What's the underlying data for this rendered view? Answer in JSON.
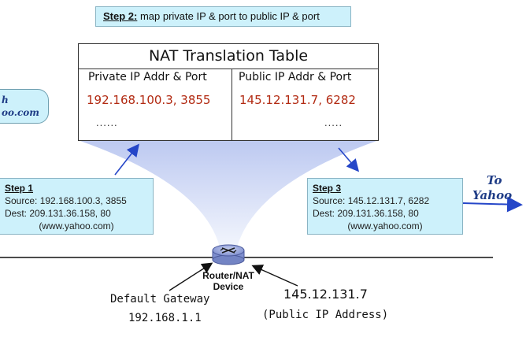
{
  "step2": {
    "label": "Step 2:",
    "text": " map private IP & port to public IP & port"
  },
  "nat_table": {
    "title": "NAT Translation Table",
    "col_private": "Private IP Addr & Port",
    "col_public": "Public IP Addr & Port",
    "row_private": "192.168.100.3, 3855",
    "row_public": "145.12.131.7, 6282",
    "ellipsis_private": "......",
    "ellipsis_public": "....."
  },
  "bubble": {
    "line1": "h",
    "line2": "oo.com"
  },
  "step1": {
    "title": "Step 1",
    "source": "Source: 192.168.100.3, 3855",
    "dest": "Dest: 209.131.36.158, 80",
    "host": "(www.yahoo.com)"
  },
  "step3": {
    "title": "Step 3",
    "source": "Source: 145.12.131.7, 6282",
    "dest": "Dest: 209.131.36.158, 80",
    "host": "(www.yahoo.com)"
  },
  "to_yahoo": {
    "line1": "To",
    "line2": "Yahoo"
  },
  "router": {
    "line1": "Router/NAT",
    "line2": "Device"
  },
  "gateway": {
    "label": "Default Gateway",
    "ip": "192.168.1.1"
  },
  "public": {
    "ip": "145.12.131.7",
    "label": "(Public IP Address)"
  },
  "colors": {
    "box_fill": "#cdf1fb",
    "beam": "#c8d4f4",
    "arrow_blue": "#2546c8",
    "ip_red": "#b22a12",
    "router": "#8f9dd6"
  }
}
